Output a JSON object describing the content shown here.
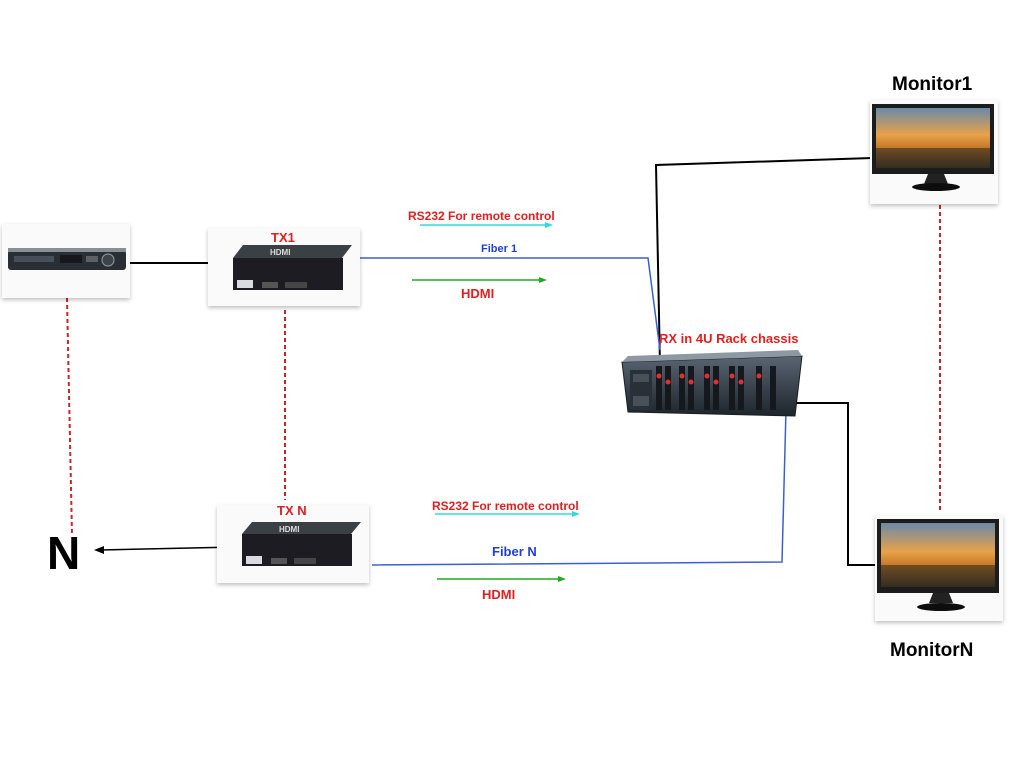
{
  "labels": {
    "tx1": "TX1",
    "txn": "TX N",
    "rs232_top": "RS232 For remote control",
    "rs232_bottom": "RS232 For remote control",
    "fiber1": "Fiber 1",
    "fibern": "Fiber N",
    "hdmi_top": "HDMI",
    "hdmi_bottom": "HDMI",
    "rx": "RX in 4U Rack chassis",
    "monitor1": "Monitor1",
    "monitorn": "MonitorN",
    "n": "N",
    "device_logo": "HDMI"
  },
  "colors": {
    "fiber": "#3a5fd0",
    "cable": "#000000",
    "dashed": "#c62828",
    "rs232_arrow": "#35d8e0",
    "hdmi_arrow": "#22aa22"
  }
}
